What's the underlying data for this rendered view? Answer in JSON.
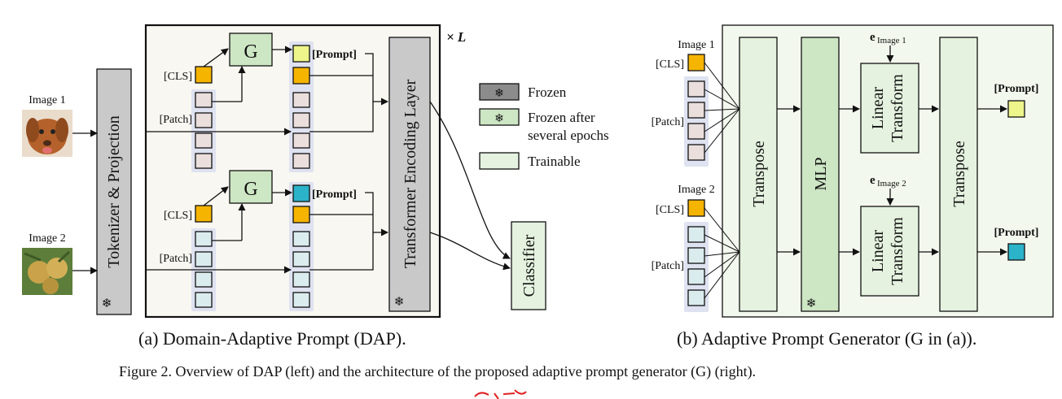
{
  "left": {
    "image1_label": "Image 1",
    "image2_label": "Image 2",
    "tokenizer": "Tokenizer & Projection",
    "cls": "[CLS]",
    "patch": "[Patch]",
    "g": "G",
    "prompt": "[Prompt]",
    "encoder": "Transformer Encoding Layer",
    "repeat": "× L",
    "classifier": "Classifier",
    "snowflake": "❄"
  },
  "legend": {
    "frozen": "Frozen",
    "frozen_after_1": "Frozen after",
    "frozen_after_2": "several epochs",
    "trainable": "Trainable"
  },
  "right": {
    "image1_label": "Image 1",
    "image2_label": "Image 2",
    "cls": "[CLS]",
    "patch": "[Patch]",
    "transpose": "Transpose",
    "mlp": "MLP",
    "linear1": "Linear",
    "linear2": "Transform",
    "e_symbol": "e",
    "e1_sub": "Image 1",
    "e2_sub": "Image 2",
    "prompt": "[Prompt]"
  },
  "captions": {
    "a": "(a) Domain-Adaptive Prompt (DAP).",
    "b": "(b) Adaptive Prompt Generator (G in (a)).",
    "figure": "Figure 2. Overview of DAP (left) and the architecture of the proposed adaptive prompt generator (G) (right)."
  },
  "colors": {
    "cls": "#f5b400",
    "prompt1": "#eef58a",
    "prompt2": "#2bb3c9",
    "patch1": "#eadfdc",
    "patch2": "#dbecef",
    "frozen": "#c9c9c9",
    "green_dark": "#cde6c4",
    "green_light": "#e4f2df"
  }
}
